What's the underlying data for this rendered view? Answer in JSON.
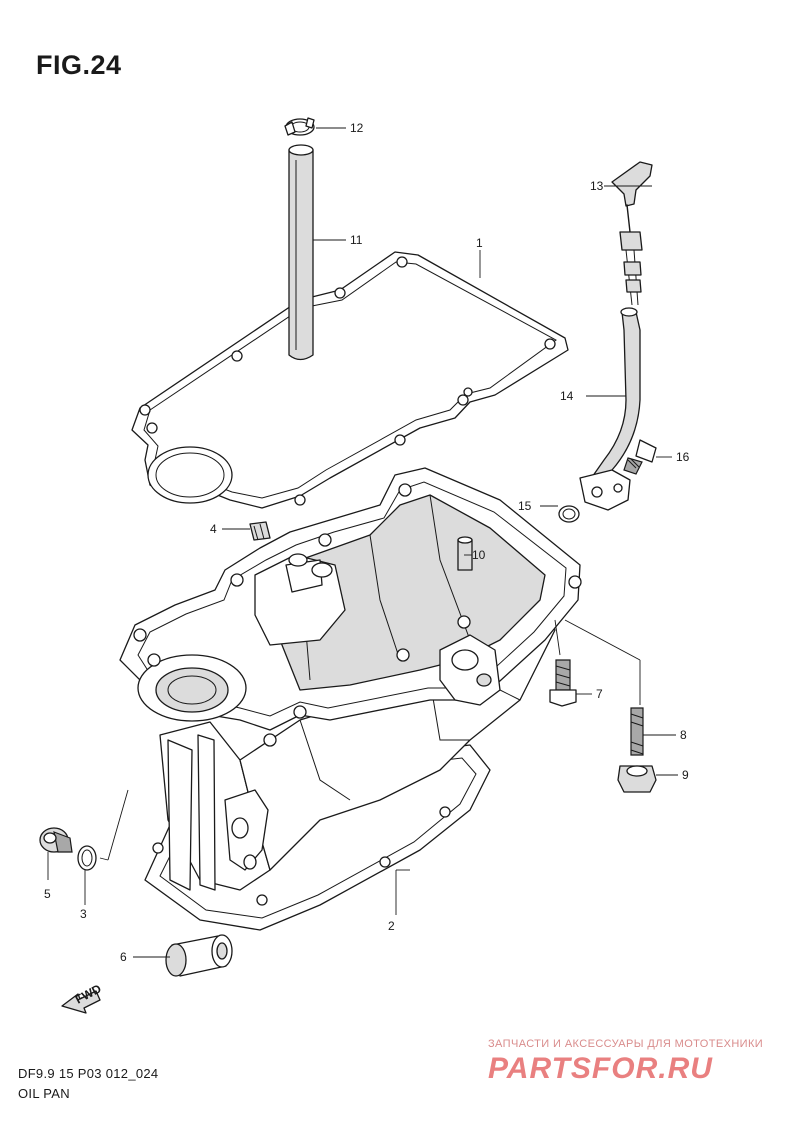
{
  "figure": {
    "title": "FIG.24"
  },
  "callouts": [
    {
      "id": "c1",
      "label": "1"
    },
    {
      "id": "c2",
      "label": "2"
    },
    {
      "id": "c3",
      "label": "3"
    },
    {
      "id": "c4",
      "label": "4"
    },
    {
      "id": "c5",
      "label": "5"
    },
    {
      "id": "c6",
      "label": "6"
    },
    {
      "id": "c7",
      "label": "7"
    },
    {
      "id": "c8",
      "label": "8"
    },
    {
      "id": "c9",
      "label": "9"
    },
    {
      "id": "c10",
      "label": "10"
    },
    {
      "id": "c11",
      "label": "11"
    },
    {
      "id": "c12",
      "label": "12"
    },
    {
      "id": "c13",
      "label": "13"
    },
    {
      "id": "c14",
      "label": "14"
    },
    {
      "id": "c15",
      "label": "15"
    },
    {
      "id": "c16",
      "label": "16"
    }
  ],
  "direction_arrow": {
    "label": "FWD"
  },
  "footer": {
    "code": "DF9.9 15 P03 012_024",
    "name": "OIL PAN"
  },
  "watermark": {
    "tagline": "ЗАПЧАСТИ И АКСЕССУАРЫ ДЛЯ МОТОТЕХНИКИ",
    "logo": "PARTSFOR.RU",
    "color": "#e98080"
  }
}
